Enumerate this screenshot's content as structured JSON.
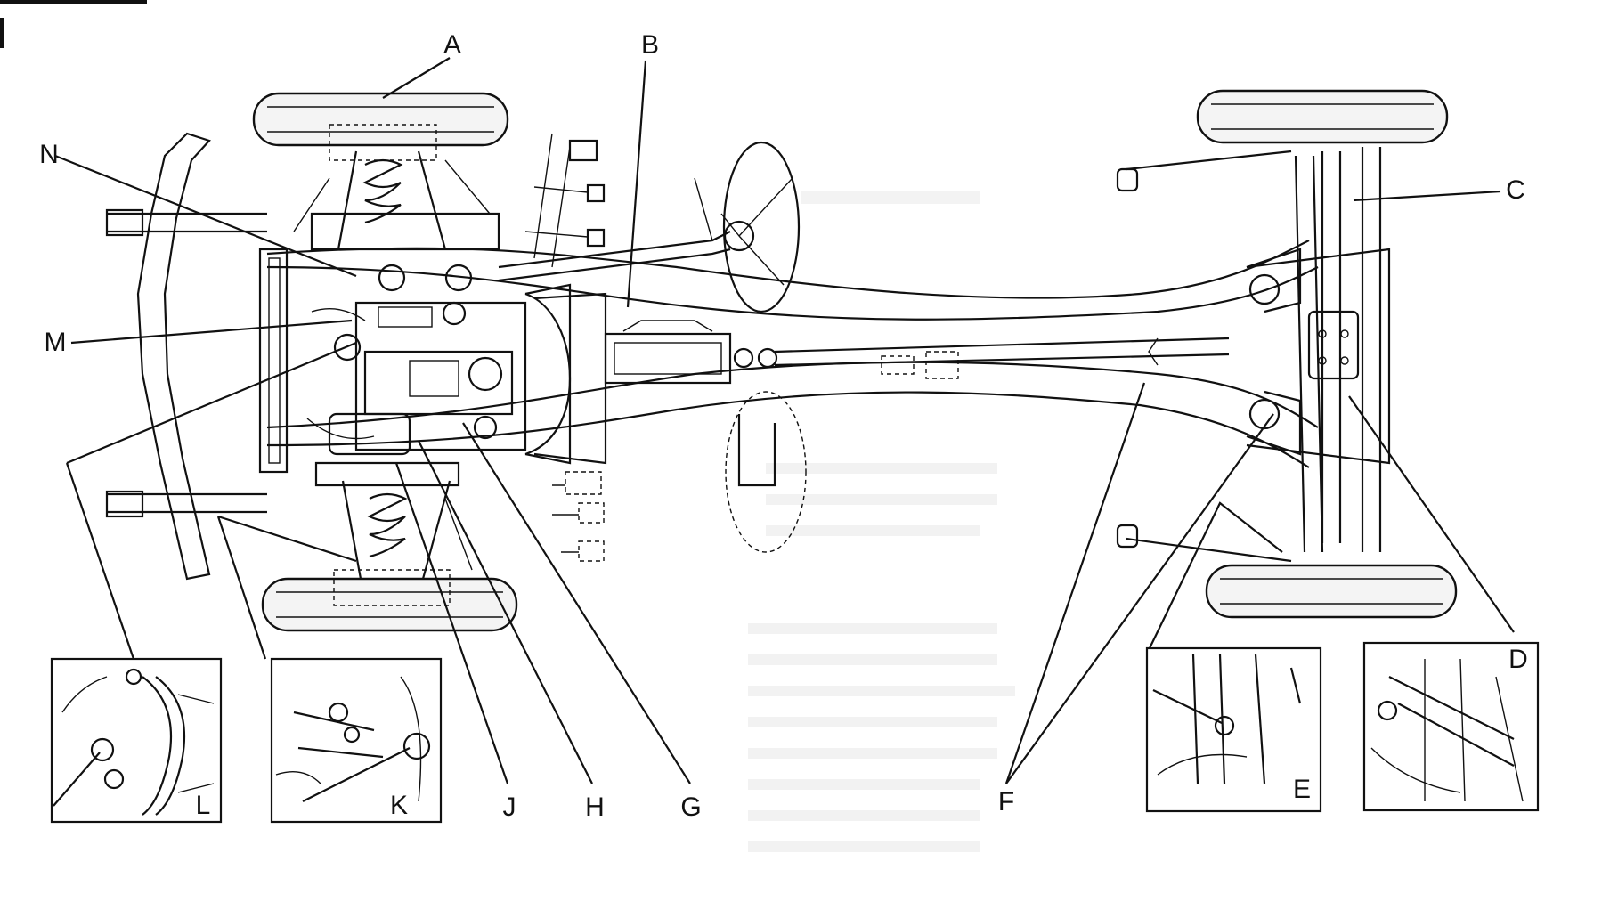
{
  "callouts": {
    "A": "A",
    "B": "B",
    "C": "C",
    "D": "D",
    "E": "E",
    "F": "F",
    "G": "G",
    "H": "H",
    "J": "J",
    "K": "K",
    "L": "L",
    "M": "M",
    "N": "N"
  }
}
